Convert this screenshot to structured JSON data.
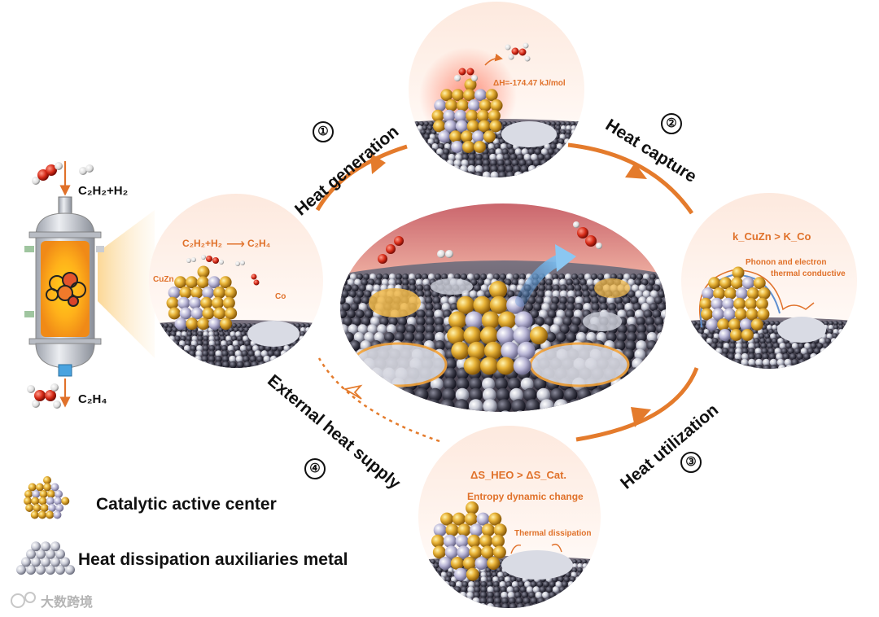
{
  "reactor": {
    "input_formula": "C₂H₂+H₂",
    "output_formula": "C₂H₄"
  },
  "steps": {
    "heat_generation": {
      "number": "①",
      "label": "Heat generation"
    },
    "heat_capture": {
      "number": "②",
      "label": "Heat capture"
    },
    "heat_utilization": {
      "number": "③",
      "label": "Heat utilization"
    },
    "external_heat_supply": {
      "number": "④",
      "label": "External heat supply"
    }
  },
  "panels": {
    "left": {
      "reaction": "C₂H₂+H₂",
      "product": "C₂H₄",
      "cuzn": "CuZn",
      "co": "Co"
    },
    "top": {
      "enthalpy": "ΔH=-174.47 kJ/mol"
    },
    "right": {
      "k_relation": "k_CuZn > K_Co",
      "phonon_line1": "Phonon and electron",
      "phonon_line2": "thermal conductive"
    },
    "bottom": {
      "entropy_relation": "ΔS_HEO > ΔS_Cat.",
      "entropy_caption": "Entropy dynamic change",
      "thermal_dissipation": "Thermal dissipation"
    }
  },
  "legend": {
    "catalytic": "Catalytic active center",
    "dissipation": "Heat dissipation auxiliaries metal"
  },
  "watermark": "大数跨境"
}
